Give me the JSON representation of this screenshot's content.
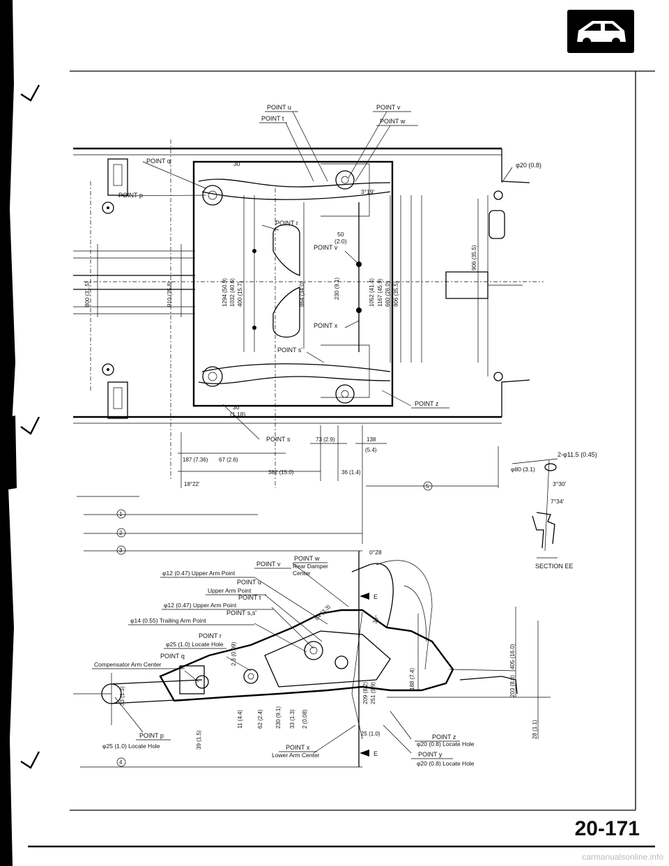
{
  "page": {
    "number": "20-171",
    "watermark": "carmanualsonline.info"
  },
  "top_labels": {
    "point_u": "POINT u",
    "point_t": "POINT t",
    "point_v": "POINT v",
    "point_w": "POINT w",
    "point_q": "POINT q",
    "point_p": "POINT p",
    "point_r": "POINT r",
    "point_v2": "POINT v",
    "point_x": "POINT x",
    "point_s_prime": "POINT s'",
    "point_s": "POINT s",
    "point_z": "POINT z",
    "dia_20": "φ20 (0.8)",
    "angle_19": "3°19'",
    "angle_30": "30",
    "dim_18": "(1.18)",
    "dim_30_top": "30",
    "dim_50": "50",
    "dim_2_0": "(2.0)"
  },
  "vertical_dims": {
    "d800": "800 (31.5)",
    "d910": "910 (35.8)",
    "d1294": "1294 (50.9)",
    "d1032": "1032 (40.6)",
    "d400": "400 (15.7)",
    "d864": "864 (34.0)",
    "d230": "230 (9.1)",
    "d1052": "1052 (41.4)",
    "d1167": "1167 (45.9)",
    "d660": "660 (26.0)",
    "d906a": "906 (35.5)",
    "d906b": "906 (35.5)"
  },
  "bottom_dims": {
    "d73": "73 (2.9)",
    "d138": "138",
    "d5_4": "(5.4)",
    "d187": "187 (7.36)",
    "d67": "67 (2.6)",
    "d382": "382 (15.0)",
    "d36": "36 (1.4)",
    "angle_18": "18°22'"
  },
  "section_ee": {
    "hole": "2-φ11.5 (0.45)",
    "dia80": "φ80 (3.1)",
    "angle_330": "3°30'",
    "angle_734": "7°34'",
    "title": "SECTION EE"
  },
  "circled": {
    "c1": "1",
    "c2": "2",
    "c3": "3",
    "c4": "4",
    "c5": "5"
  },
  "side_labels": {
    "point_w": "POINT w",
    "rear_damper": "Rear Damper",
    "center": "Center",
    "angle_28": "0°28",
    "point_v": "POINT v",
    "upper_arm_v": "φ12 (0.47) Upper Arm Point",
    "point_u": "POINT u",
    "upper_arm_u": "Upper Arm Point",
    "point_t": "POINT t",
    "upper_arm_t": "φ12 (0.47) Upper Arm Point",
    "point_ss": "POINT s,s'",
    "trailing": "φ14 (0.55) Trailing Arm Point",
    "point_r": "POINT r",
    "locate_r": "φ25 (1.0) Locate Hole",
    "point_q": "POINT q",
    "compensator": "Compensator Arm Center",
    "point_p": "POINT p",
    "locate_p": "φ25 (1.0) Locate Hole",
    "point_x": "POINT x",
    "lower_arm": "Lower Arm Center",
    "point_z": "POINT z",
    "locate_z": "φ20 (0.8) Locate Hole",
    "point_y": "POINT y",
    "locate_y": "φ20 (0.8) Locate Hole",
    "e_top": "E",
    "e_bot": "E",
    "d84": "84 (3.3)",
    "d30deg": "30°",
    "d2_3": "2.3 (0.09)",
    "d33": "33 (1.3)",
    "d39": "39 (1.5)",
    "d11": "11 (4.4)",
    "d62": "62 (2.4)",
    "d230": "230 (9.1)",
    "d33b": "33 (1.3)",
    "d2": "2 (0.08)",
    "d25": "25 (1.0)",
    "d209": "209 (8.2)",
    "d251": "251 (9.9)",
    "d188": "188 (7.4)",
    "d405": "405 (16.0)",
    "d203": "203 (8.0)",
    "d28": "28 (1.1)"
  }
}
